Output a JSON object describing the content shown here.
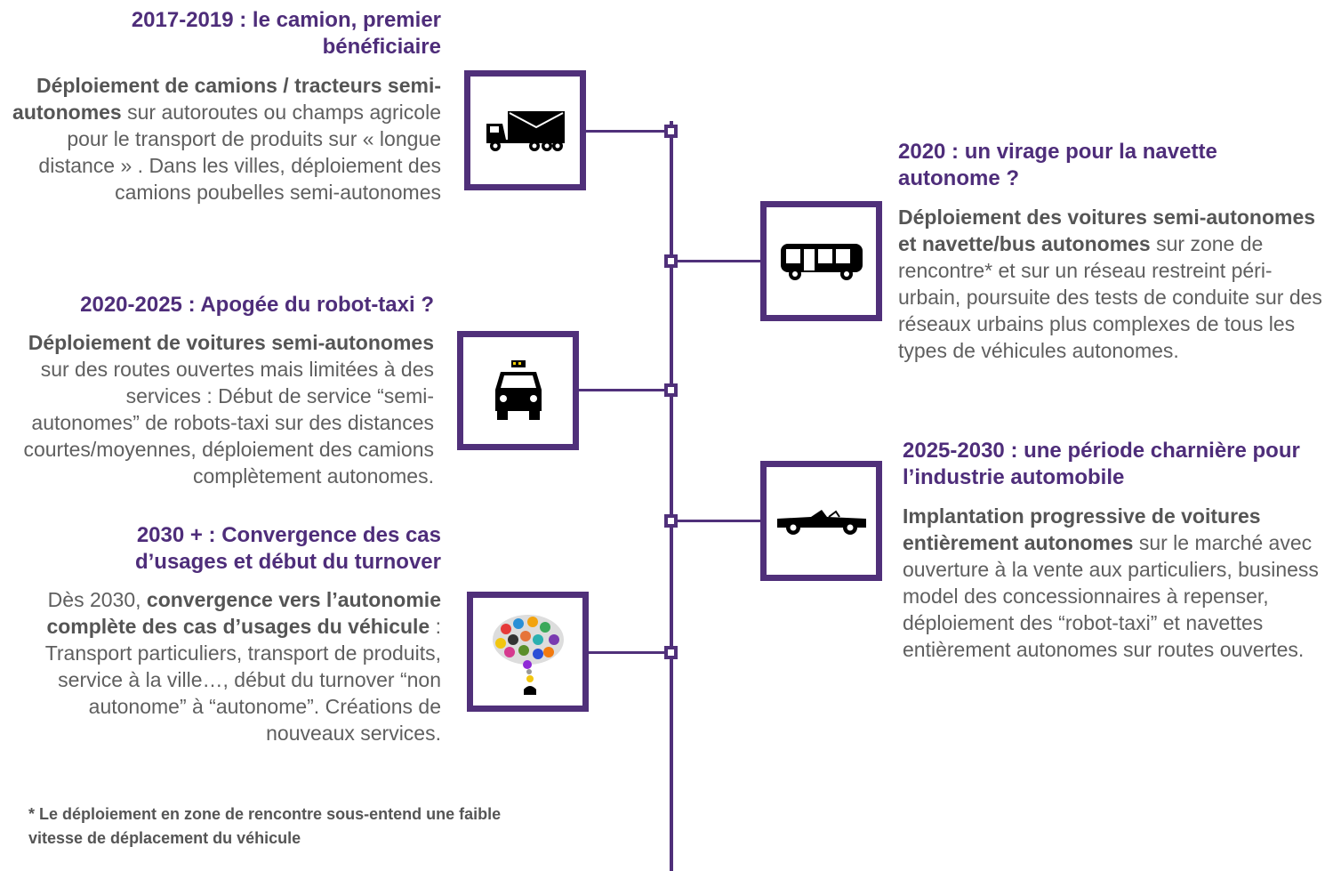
{
  "colors": {
    "accent": "#50307a",
    "title": "#4e2d7a",
    "body": "#5f5f5f"
  },
  "items": [
    {
      "icon": "truck-icon",
      "title": "2017-2019 : le camion, premier bénéficiaire",
      "body_bold": "Déploiement de camions / tracteurs semi-autonomes",
      "body_rest": " sur autoroutes ou champs agricole pour le transport de produits sur « longue distance » . Dans les villes, déploiement des camions poubelles semi-autonomes"
    },
    {
      "icon": "bus-icon",
      "title": "2020 : un virage pour la navette autonome ?",
      "body_bold": "Déploiement des voitures semi-autonomes  et navette/bus autonomes",
      "body_rest": " sur zone de rencontre* et sur un réseau restreint péri-urbain, poursuite des tests de conduite sur des réseaux urbains plus complexes de tous les types de véhicules autonomes."
    },
    {
      "icon": "taxi-icon",
      "title": "2020-2025 : Apogée du robot-taxi ?",
      "body_bold": "Déploiement de voitures semi-autonomes",
      "body_rest": " sur des routes ouvertes mais limitées à des services :  Début de service “semi- autonomes” de robots-taxi sur des distances courtes/moyennes, déploiement des camions complètement autonomes."
    },
    {
      "icon": "convertible-car-icon",
      "title": "2025-2030 : une période charnière pour l’industrie automobile",
      "body_bold": "Implantation progressive de voitures entièrement autonomes",
      "body_rest": " sur le marché avec ouverture à la vente aux particuliers, business model des concessionnaires à repenser, déploiement des “robot-taxi” et navettes entièrement autonomes sur routes ouvertes."
    },
    {
      "icon": "thinking-head-icon",
      "title": "2030 + : Convergence des cas d’usages et début du turnover",
      "body_pre": "Dès 2030, ",
      "body_bold": "convergence vers l’autonomie complète des cas d’usages du véhicule",
      "body_rest": " : Transport particuliers, transport de produits, service à la ville…, début du turnover “non autonome” à “autonome”. Créations de nouveaux services."
    }
  ],
  "footnote": "* Le déploiement  en zone de rencontre  sous-entend une faible  vitesse de déplacement  du véhicule"
}
